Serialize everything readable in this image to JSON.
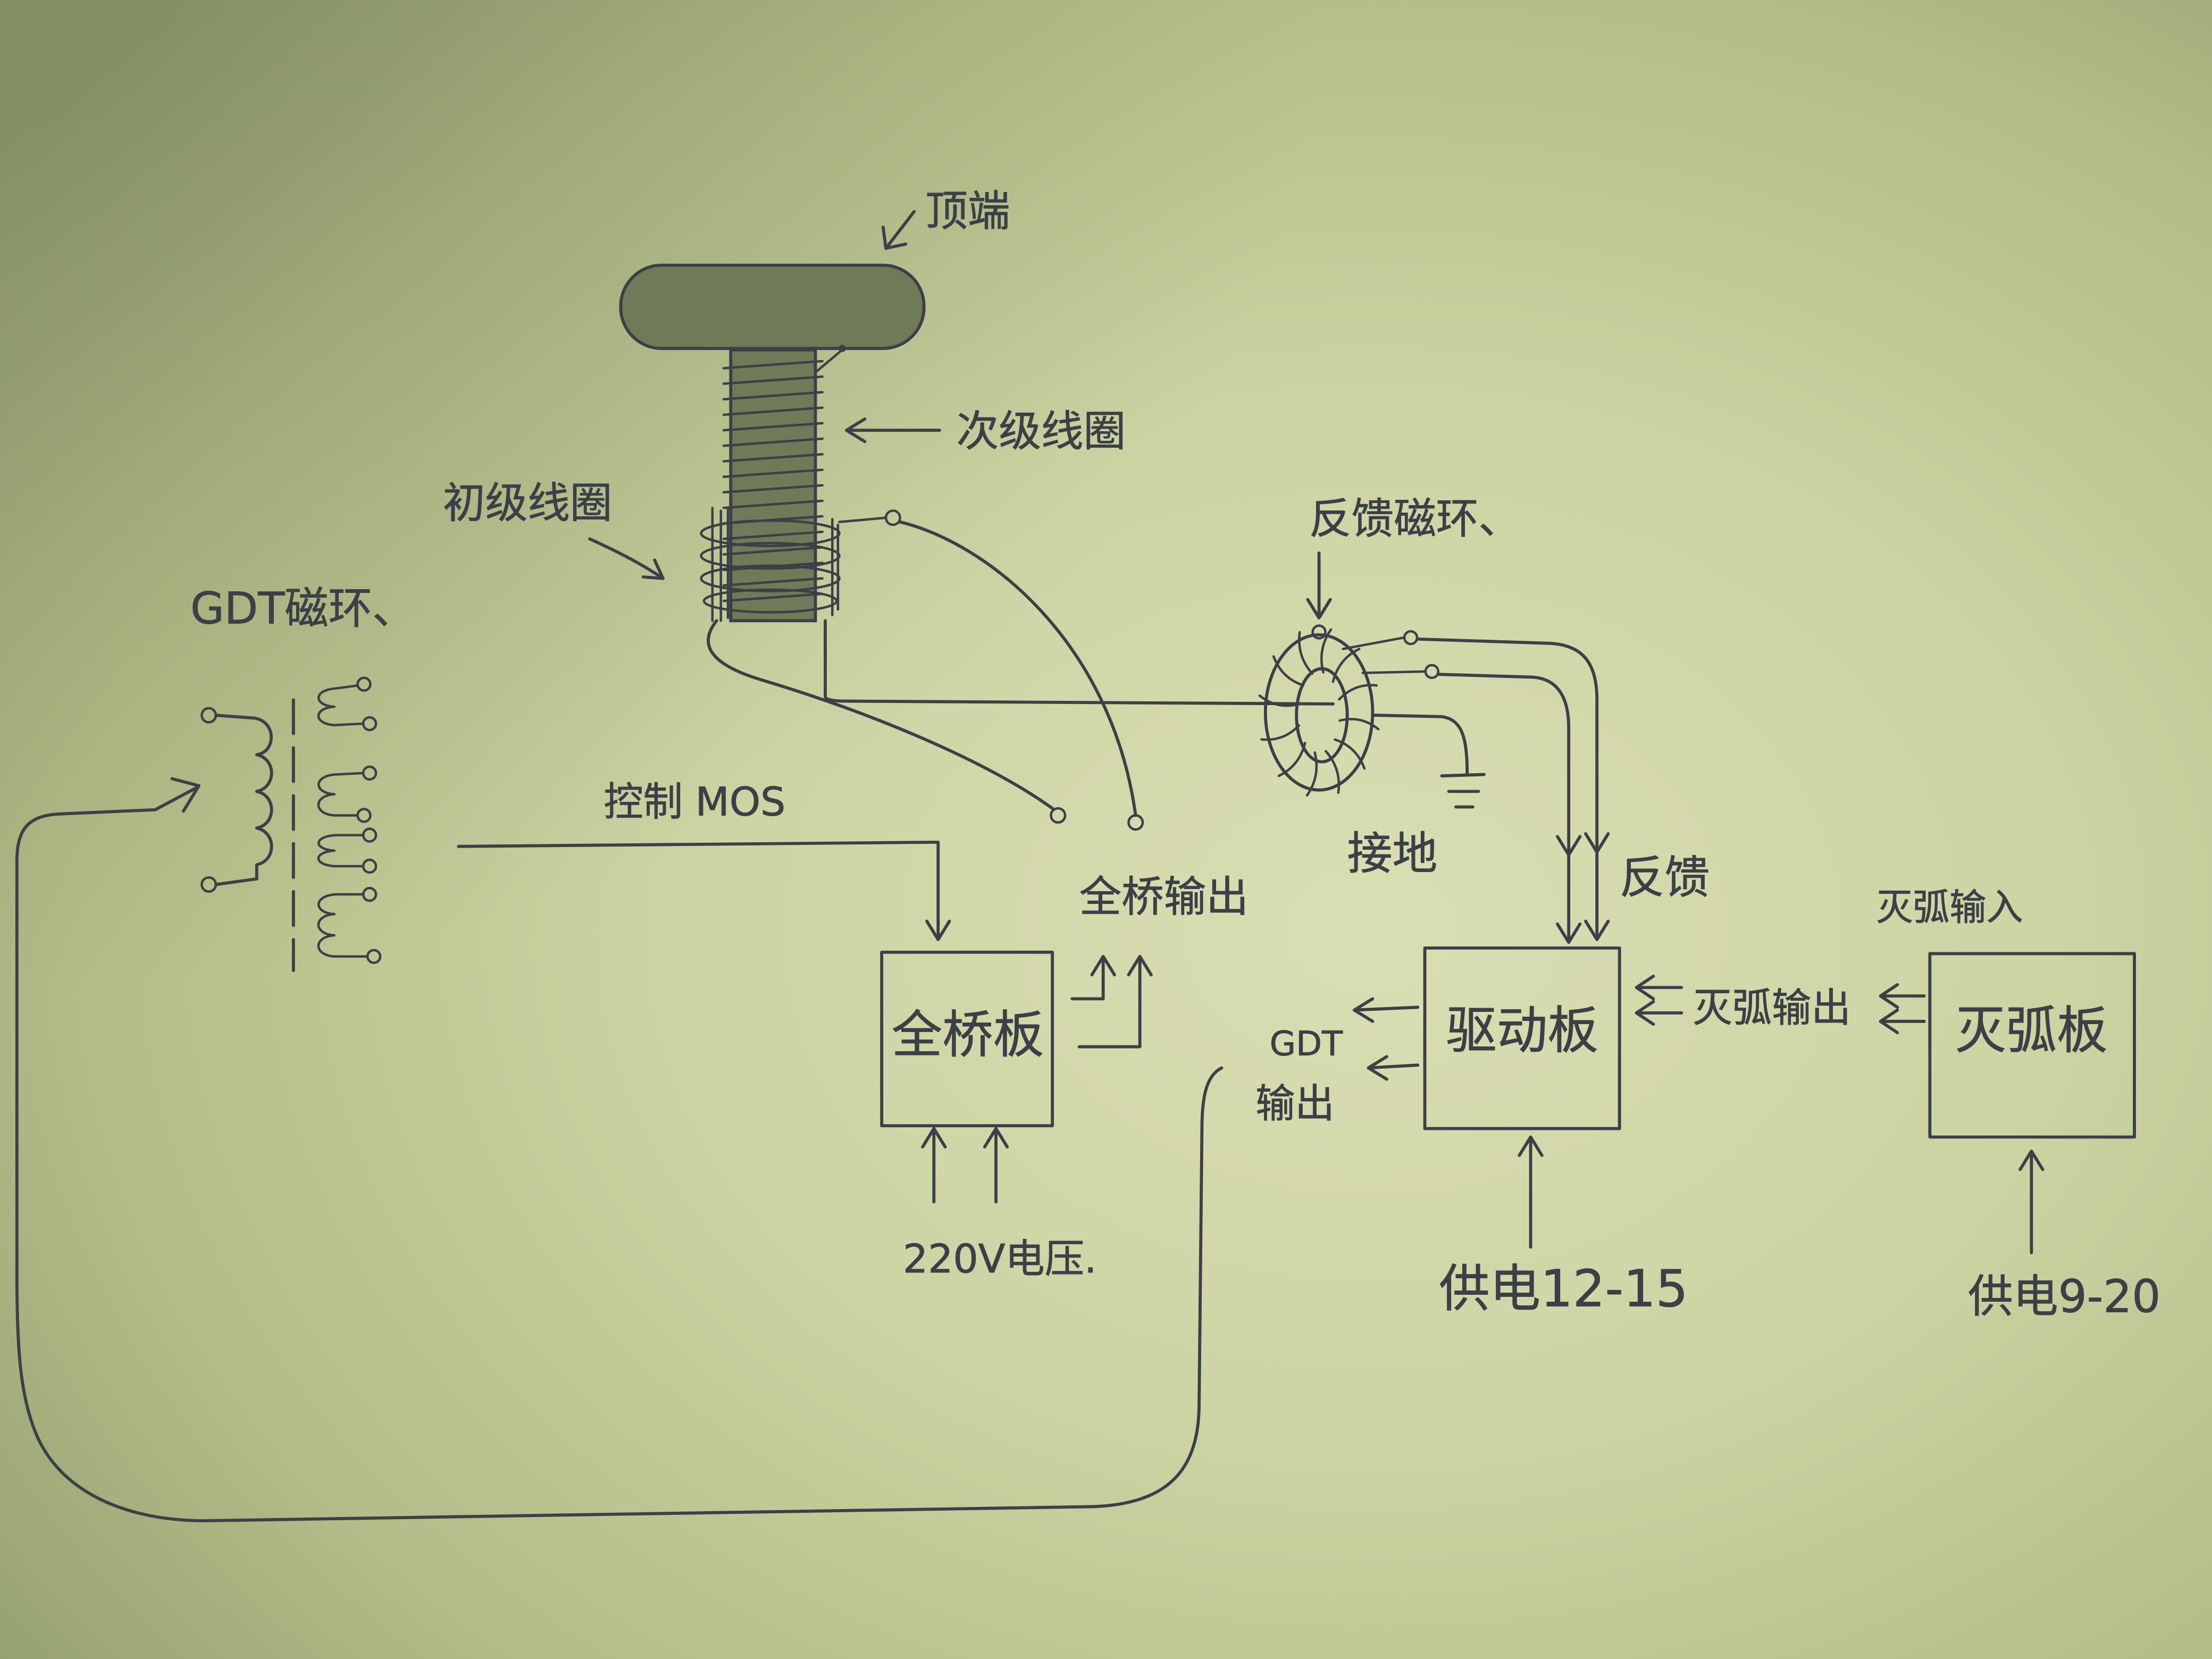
{
  "colors": {
    "ink": "#3b4047",
    "coil_fill": "#6f7a58"
  },
  "labels": {
    "top_terminal": "顶端",
    "secondary_coil": "次级线圈",
    "primary_coil": "初级线圈",
    "gdt_core": "GDT磁环、",
    "feedback_core": "反馈磁环、",
    "control_mos": "控制 MOS",
    "bridge_output": "全桥输出",
    "ground": "接地",
    "feedback": "反馈",
    "interrupter_input": "灭弧输入",
    "interrupter_output": "灭弧输出",
    "gdt_output": [
      "GDT",
      "输出"
    ],
    "mains_voltage": "220V电压.",
    "driver_supply": "供电12-15",
    "interrupter_supply": "供电9-20"
  },
  "boards": {
    "full_bridge": "全桥板",
    "driver": "驱动板",
    "interrupter": "灭弧板"
  }
}
